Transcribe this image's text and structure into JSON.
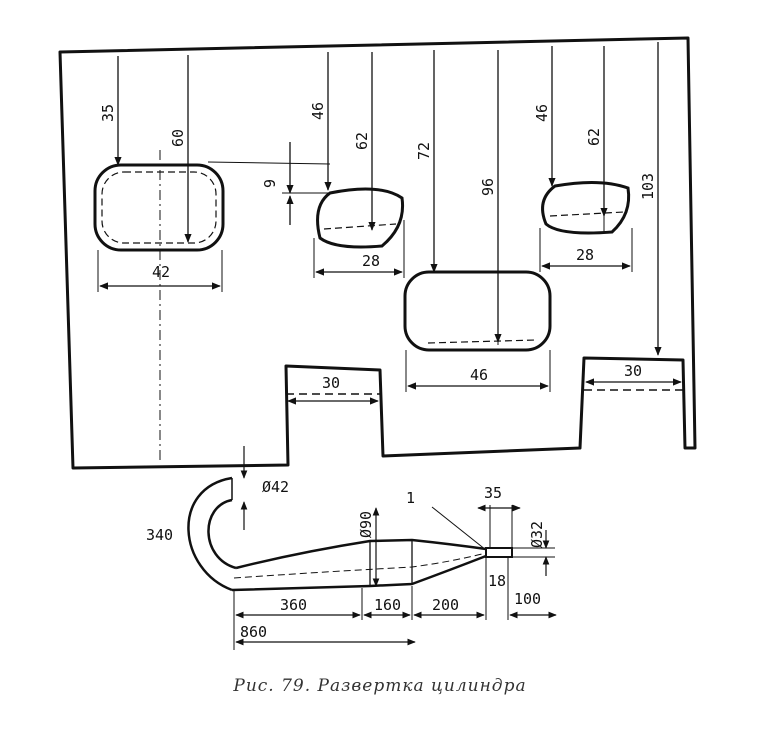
{
  "sheet": {
    "hole1": {
      "w": "42",
      "top": "35",
      "h": "60"
    },
    "hole2": {
      "offset": "9",
      "top": "46",
      "h": "62",
      "w": "28"
    },
    "hole3": {
      "top": "72",
      "h": "96",
      "w": "46"
    },
    "hole4": {
      "top": "46",
      "h": "62",
      "w": "28",
      "full": "103"
    },
    "tab_left": "30",
    "tab_right": "30"
  },
  "pipe": {
    "bend_d": "Ø42",
    "bend_len": "340",
    "body_d": "Ø90",
    "tail_d": "Ø32",
    "marker": "1",
    "tip_len": "35",
    "seg1": "360",
    "seg2": "160",
    "seg3": "200",
    "seg4": "18",
    "seg5": "100",
    "total": "860"
  },
  "caption": "Рис. 79. Развертка цилиндра"
}
